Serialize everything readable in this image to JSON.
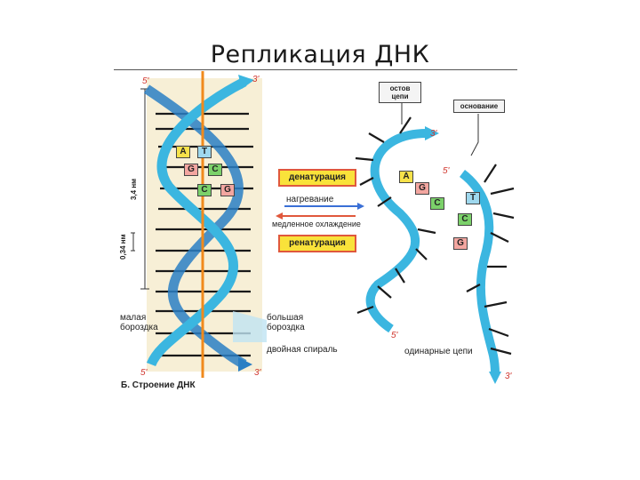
{
  "title": "Репликация ДНК",
  "left_panel": {
    "strand_5_top": "5'",
    "strand_3_top": "3'",
    "strand_5_bottom": "5'",
    "strand_3_bottom": "3'",
    "pitch_label": "3,4 нм",
    "step_label": "0,34 нм",
    "minor_groove": "малая\nбороздка",
    "major_groove": "большая\nбороздка",
    "double_helix": "двойная спираль",
    "caption": "Б. Строение ДНК",
    "pairs": [
      {
        "left": "A",
        "right": "T"
      },
      {
        "left": "G",
        "right": "C"
      },
      {
        "left": "C",
        "right": "G"
      }
    ]
  },
  "middle": {
    "denaturation": "денатурация",
    "heating": "нагревание",
    "slow_cooling": "медленное охлаждение",
    "renaturation": "ренатурация",
    "colors": {
      "arrow_right": "#3a6fd6",
      "arrow_left": "#e0583c",
      "box": "#f9e23a"
    }
  },
  "right_panel": {
    "backbone_callout": "остов\nцепи",
    "base_callout": "основание",
    "strand1_3": "3'",
    "strand1_5": "5'",
    "strand2_5": "5'",
    "strand2_3": "3'",
    "single_strands": "одинарные цепи",
    "strand1_bases": [
      "A",
      "G",
      "C"
    ],
    "strand2_bases": [
      "T",
      "C",
      "G"
    ]
  },
  "colors": {
    "strand": "#3bb6e0",
    "axis": "#f08a1c",
    "base_bar": "#1a1a1a"
  }
}
